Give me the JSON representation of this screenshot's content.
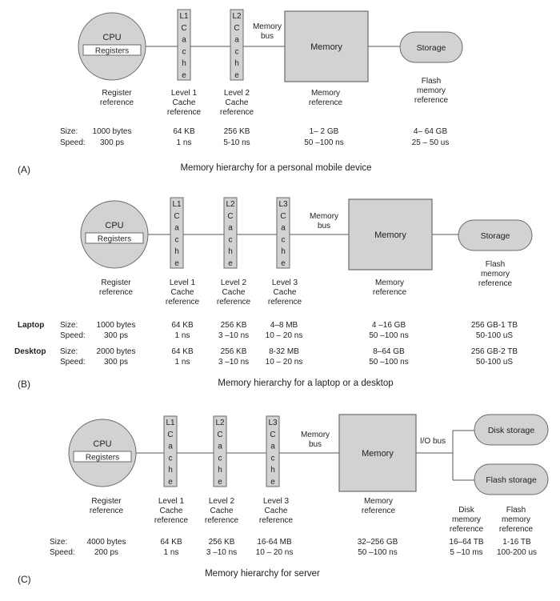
{
  "colors": {
    "box_fill": "#d2d2d2",
    "box_stroke": "#6a6a6a",
    "line": "#555555",
    "text": "#222222",
    "white": "#ffffff"
  },
  "common": {
    "cpu": "CPU",
    "registers": "Registers",
    "memory": "Memory",
    "memory_bus": [
      "Memory",
      "bus"
    ],
    "register_reference": [
      "Register",
      "reference"
    ],
    "l1_letters": [
      "L1",
      "C",
      "a",
      "c",
      "h",
      "e"
    ],
    "l2_letters": [
      "L2",
      "C",
      "a",
      "c",
      "h",
      "e"
    ],
    "l3_letters": [
      "L3",
      "C",
      "a",
      "c",
      "h",
      "e"
    ],
    "level1_reference": [
      "Level 1",
      "Cache",
      "reference"
    ],
    "level2_reference": [
      "Level 2",
      "Cache",
      "reference"
    ],
    "level3_reference": [
      "Level 3",
      "Cache",
      "reference"
    ],
    "memory_reference": [
      "Memory",
      "reference"
    ],
    "size_label": "Size:",
    "speed_label": "Speed:"
  },
  "panelA": {
    "tag": "(A)",
    "title": "Memory hierarchy for a personal mobile device",
    "storage": "Storage",
    "storage_reference": [
      "Flash",
      "memory",
      "reference"
    ],
    "sizes": [
      "1000 bytes",
      "64 KB",
      "256 KB",
      "1– 2 GB",
      "4– 64 GB"
    ],
    "speeds": [
      "300 ps",
      "1 ns",
      "5-10 ns",
      "50 –100 ns",
      "25 – 50 us"
    ]
  },
  "panelB": {
    "tag": "(B)",
    "title": "Memory hierarchy for a laptop or a desktop",
    "storage": "Storage",
    "storage_reference": [
      "Flash",
      "memory",
      "reference"
    ],
    "laptop_label": "Laptop",
    "desktop_label": "Desktop",
    "laptop_sizes": [
      "1000 bytes",
      "64 KB",
      "256 KB",
      "4–8 MB",
      "4 –16 GB",
      "256 GB-1 TB"
    ],
    "laptop_speeds": [
      "300 ps",
      "1 ns",
      "3 –10 ns",
      "10 – 20 ns",
      "50 –100 ns",
      "50-100 uS"
    ],
    "desktop_sizes": [
      "2000 bytes",
      "64 KB",
      "256 KB",
      "8-32  MB",
      "8–64 GB",
      "256 GB-2 TB"
    ],
    "desktop_speeds": [
      "300 ps",
      "1 ns",
      "3 –10 ns",
      "10 – 20 ns",
      "50 –100 ns",
      "50-100 uS"
    ]
  },
  "panelC": {
    "tag": "(C)",
    "title": "Memory hierarchy for server",
    "io_bus": "I/O bus",
    "disk_storage": "Disk storage",
    "flash_storage": "Flash storage",
    "disk_reference": [
      "Disk",
      "memory",
      "reference"
    ],
    "flash_reference": [
      "Flash",
      "memory",
      "reference"
    ],
    "sizes": [
      "4000 bytes",
      "64 KB",
      "256 KB",
      "16-64 MB",
      "32–256 GB",
      "16–64 TB",
      "1-16 TB"
    ],
    "speeds": [
      "200 ps",
      "1 ns",
      "3 –10 ns",
      "10 – 20 ns",
      "50 –100 ns",
      "5 –10 ms",
      "100-200 us"
    ]
  }
}
